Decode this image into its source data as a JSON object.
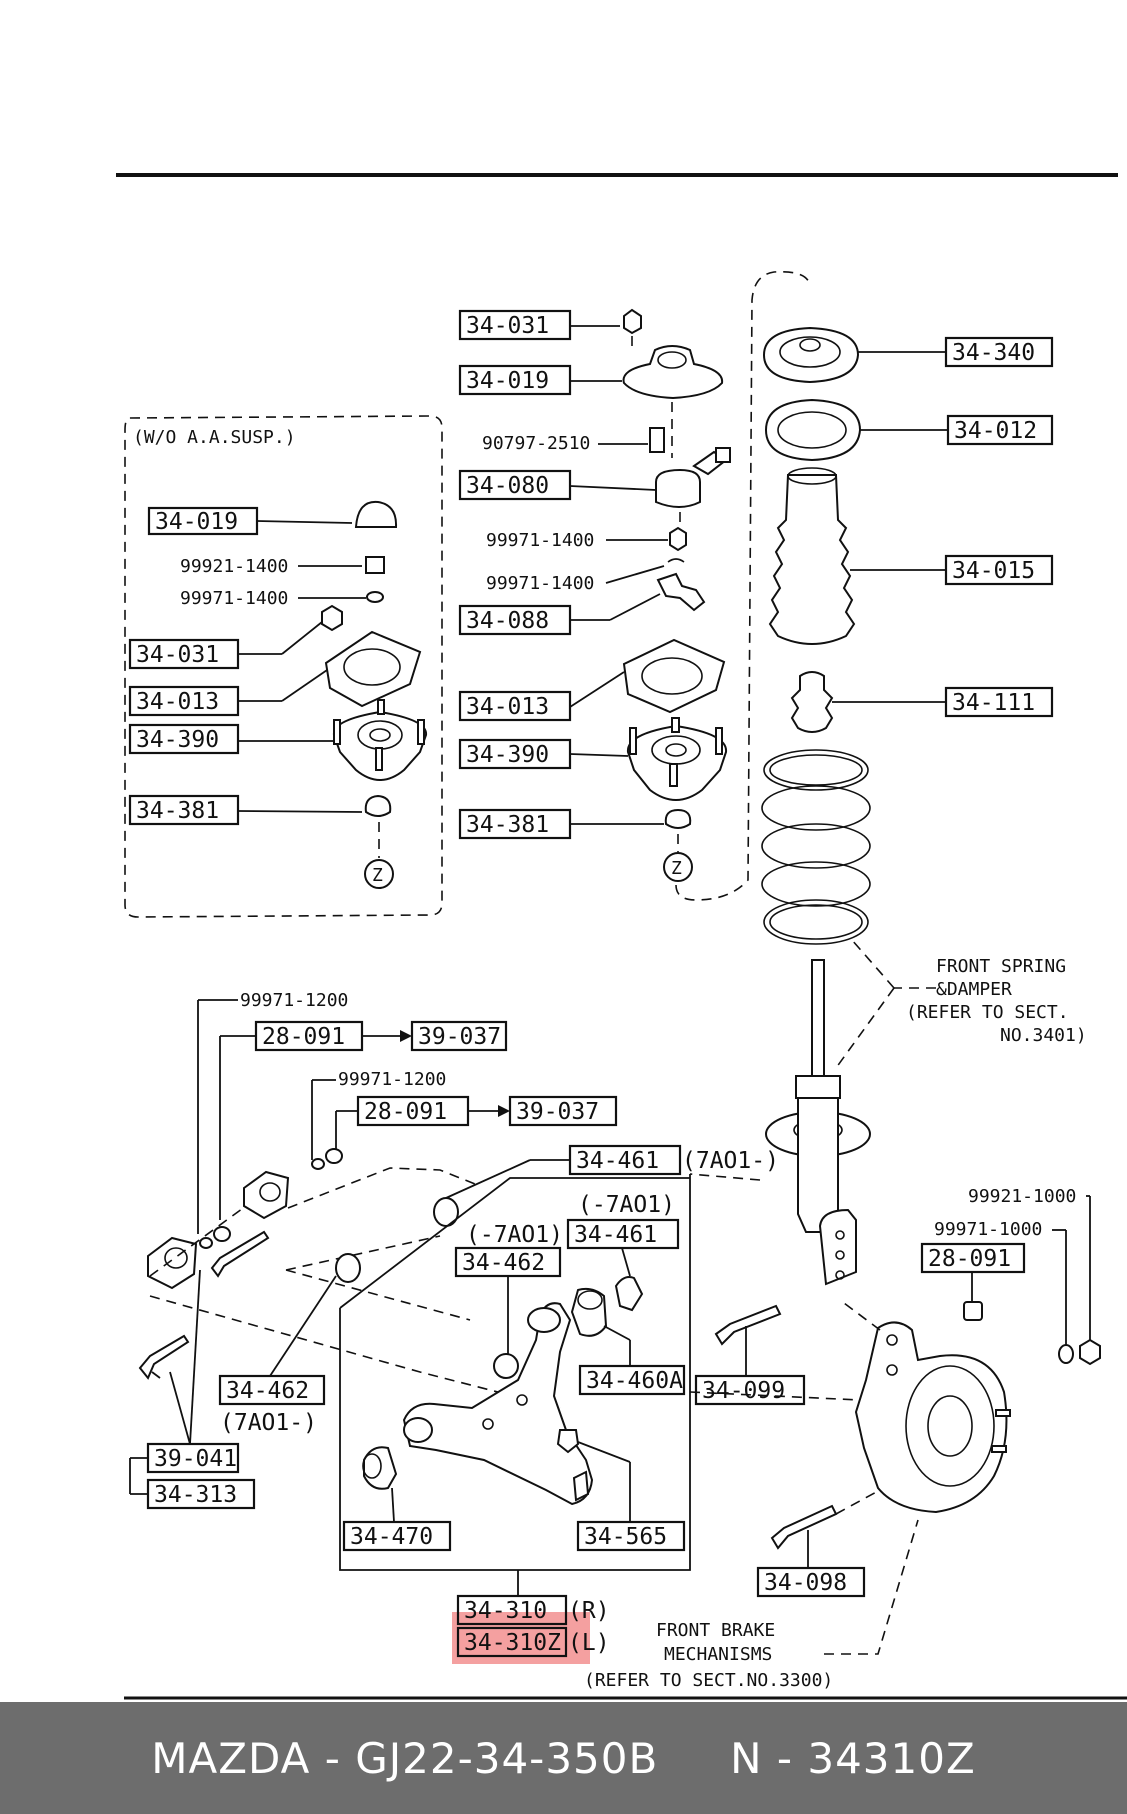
{
  "header_bar": "",
  "diagram": {
    "group_title": "(W/O A.A.SUSP.)",
    "z_marker": "Z",
    "parts": {
      "p34031_a": "34-031",
      "p34019_a": "34-019",
      "p90797": "90797-2510",
      "p34080": "34-080",
      "p99971_1400_a": "99971-1400",
      "p99971_1400_b": "99971-1400",
      "p34088": "34-088",
      "p34013_a": "34-013",
      "p34390_a": "34-390",
      "p34381_a": "34-381",
      "p34340": "34-340",
      "p34012": "34-012",
      "p34015": "34-015",
      "p34111": "34-111",
      "l34019": "34-019",
      "l99921_1400": "99921-1400",
      "l99971_1400": "99971-1400",
      "l34031": "34-031",
      "l34013": "34-013",
      "l34390": "34-390",
      "l34381": "34-381",
      "b99971_1200_a": "99971-1200",
      "b28091_a": "28-091",
      "b39037_a": "39-037",
      "b99971_1200_b": "99971-1200",
      "b28091_b": "28-091",
      "b39037_b": "39-037",
      "b34461_a": "34-461",
      "b7a01_a": "(7AO1-)",
      "b7a01_b": "(-7AO1)",
      "b34461_b": "34-461",
      "b7a01_c": "(-7AO1)",
      "b34462_a": "34-462",
      "b34460a": "34-460A",
      "b34462_b": "34-462",
      "b7a01_d": "(7AO1-)",
      "b39041": "39-041",
      "b34313": "34-313",
      "b34470": "34-470",
      "b34565": "34-565",
      "b34310": "34-310",
      "b34310_r": "(R)",
      "b34310z": "34-310Z",
      "b34310z_l": "(L)",
      "b34099": "34-099",
      "b34098": "34-098",
      "r99921_1000": "99921-1000",
      "r99971_1000": "99971-1000",
      "r28091": "28-091"
    },
    "notes": {
      "spring_line1": "FRONT SPRING",
      "spring_line2": "&DAMPER",
      "spring_line3": "(REFER TO SECT.",
      "spring_line4": "NO.3401)",
      "brake_line1": "FRONT BRAKE",
      "brake_line2": "MECHANISMS",
      "brake_line3": "(REFER TO SECT.NO.3300)"
    },
    "highlight_color": "#f08080",
    "highlighted_part": "34-310Z"
  },
  "footer": {
    "brand": "MAZDA",
    "oem_number": "GJ22-34-350B",
    "part_code": "N - 34310Z"
  }
}
